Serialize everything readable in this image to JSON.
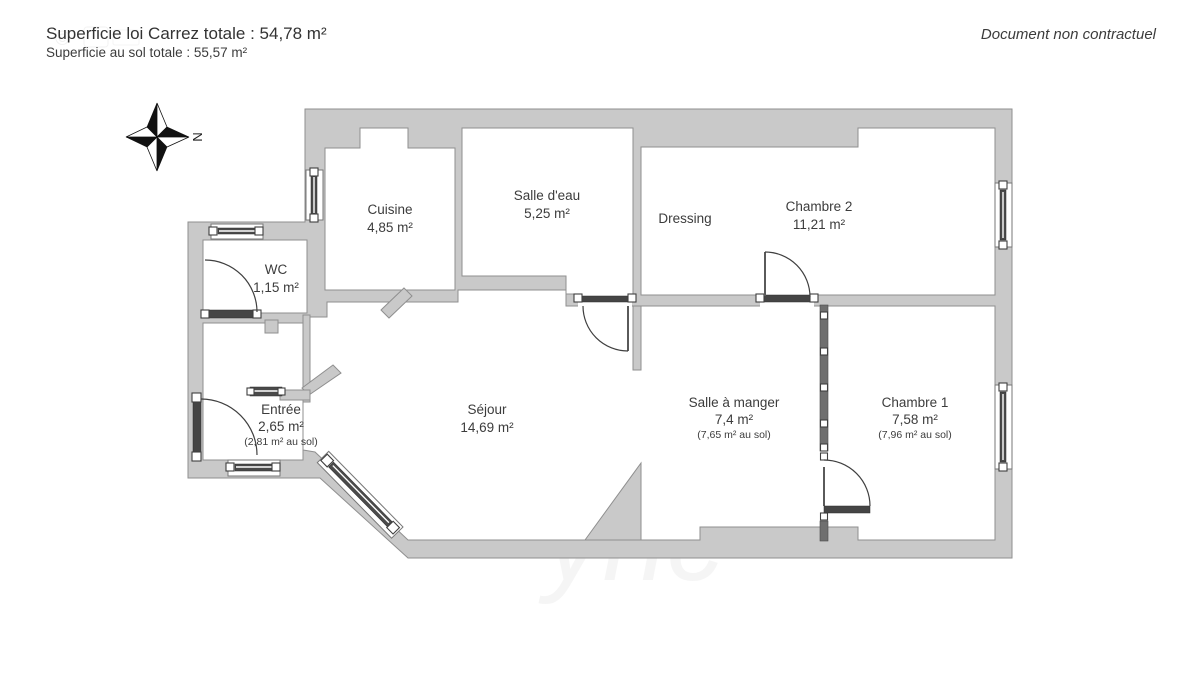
{
  "header": {
    "carrez_total": "Superficie loi Carrez totale : 54,78 m²",
    "floor_total": "Superficie au sol totale : 55,57 m²"
  },
  "disclaimer": "Document non contractuel",
  "compass": {
    "north_letter": "N"
  },
  "colors": {
    "background": "#ffffff",
    "wall_fill": "#c9c9c9",
    "wall_outline": "#8f8f8f",
    "glazed_partition": "#6f6f6f",
    "door": "#454545",
    "text": "#3c3c3c"
  },
  "rooms": {
    "cuisine": {
      "name": "Cuisine",
      "area": "4,85 m²"
    },
    "salle_deau": {
      "name": "Salle d'eau",
      "area": "5,25 m²"
    },
    "dressing": {
      "name": "Dressing"
    },
    "chambre2": {
      "name": "Chambre 2",
      "area": "11,21 m²"
    },
    "wc": {
      "name": "WC",
      "area": "1,15 m²"
    },
    "entree": {
      "name": "Entrée",
      "area": "2,65 m²",
      "floor_area": "(2,81 m² au sol)"
    },
    "sejour": {
      "name": "Séjour",
      "area": "14,69 m²"
    },
    "salle_a_manger": {
      "name": "Salle à manger",
      "area": "7,4 m²",
      "floor_area": "(7,65 m² au sol)"
    },
    "chambre1": {
      "name": "Chambre 1",
      "area": "7,58 m²",
      "floor_area": "(7,96 m² au sol)"
    }
  }
}
